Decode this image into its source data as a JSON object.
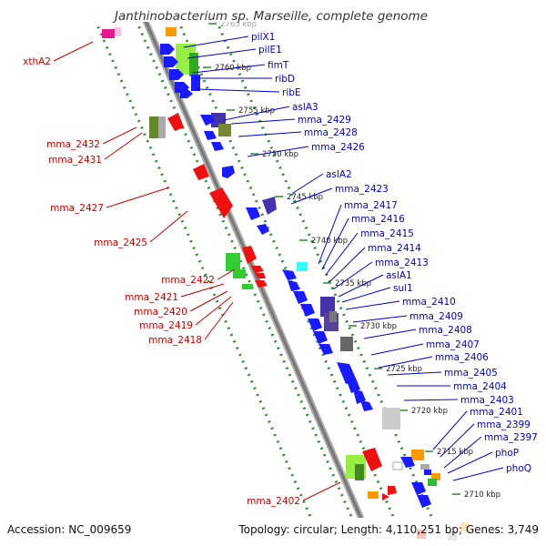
{
  "title": "Janthinobacterium sp. Marseille, complete genome",
  "footer": {
    "accession": "Accession: NC_009659",
    "summary": "Topology: circular; Length: 4,110,251 bp; Genes: 3,749"
  },
  "colors": {
    "forward_label": "#0000cc",
    "reverse_label": "#cc0000",
    "backbone": "#888888",
    "track_dots": "#2e8b2e"
  },
  "ticks": [
    {
      "label": "2765 kbp",
      "kbp": 2765
    },
    {
      "label": "2760 kbp",
      "kbp": 2760
    },
    {
      "label": "2755 kbp",
      "kbp": 2755
    },
    {
      "label": "2750 kbp",
      "kbp": 2750
    },
    {
      "label": "2745 kbp",
      "kbp": 2745
    },
    {
      "label": "2740 kbp",
      "kbp": 2740
    },
    {
      "label": "2735 kbp",
      "kbp": 2735
    },
    {
      "label": "2730 kbp",
      "kbp": 2730
    },
    {
      "label": "2725 kbp",
      "kbp": 2725
    },
    {
      "label": "2720 kbp",
      "kbp": 2720
    },
    {
      "label": "2715 kbp",
      "kbp": 2715
    },
    {
      "label": "2710 kbp",
      "kbp": 2710
    }
  ],
  "forward_genes": [
    "pilX1",
    "pilE1",
    "fimT",
    "ribD",
    "ribE",
    "aslA3",
    "mma_2429",
    "mma_2428",
    "mma_2426",
    "aslA2",
    "mma_2423",
    "mma_2417",
    "mma_2416",
    "mma_2415",
    "mma_2414",
    "mma_2413",
    "aslA1",
    "sul1",
    "mma_2410",
    "mma_2409",
    "mma_2408",
    "mma_2407",
    "mma_2406",
    "mma_2405",
    "mma_2404",
    "mma_2403",
    "mma_2401",
    "mma_2399",
    "mma_2397",
    "phoP",
    "phoQ"
  ],
  "reverse_genes": [
    "xthA2",
    "mma_2432",
    "mma_2431",
    "mma_2427",
    "mma_2425",
    "mma_2422",
    "mma_2421",
    "mma_2420",
    "mma_2419",
    "mma_2418",
    "mma_2402"
  ]
}
